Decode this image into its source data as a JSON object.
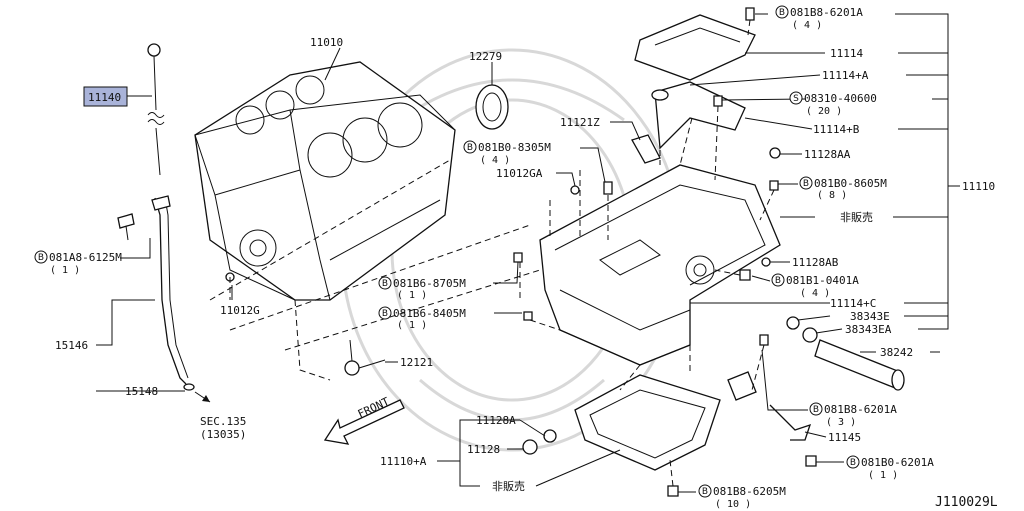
{
  "diagram_id": "J110029L",
  "front_label": "FRONT",
  "labels": {
    "p11010": "11010",
    "p12279": "12279",
    "p11140": "11140",
    "p081A8_6125M": "081A8-6125M",
    "p081A8_6125M_qty": "( 1 )",
    "p12121": "12121",
    "p11012G": "11012G",
    "p15146": "15146",
    "p15148": "15148",
    "sec135": "SEC.135",
    "sec135_sub": "(13035)",
    "p11121Z": "11121Z",
    "p081B0_8305M": "081B0-8305M",
    "p081B0_8305M_qty": "( 4 )",
    "p11012GA": "11012GA",
    "p081B6_8705M": "081B6-8705M",
    "p081B6_8705M_qty": "( 1 )",
    "p081B6_8405M": "081B6-8405M",
    "p081B6_8405M_qty": "( 1 )",
    "p081B8_6201A_top": "081B8-6201A",
    "p081B8_6201A_top_qty": "( 4 )",
    "p11114": "11114",
    "p11114A": "11114+A",
    "p08310_40600": "08310-40600",
    "p08310_40600_qty": "( 20 )",
    "p11114B": "11114+B",
    "p11128AA": "11128AA",
    "p081B0_8605M": "081B0-8605M",
    "p081B0_8605M_qty": "( 8 )",
    "p11110": "11110",
    "not_for_sale_1": "非販売",
    "p11128AB": "11128AB",
    "p081B1_0401A": "081B1-0401A",
    "p081B1_0401A_qty": "( 4 )",
    "p11114C": "11114+C",
    "p38343E": "38343E",
    "p38343EA": "38343EA",
    "p38242": "38242",
    "p081B8_6201A_mid": "081B8-6201A",
    "p081B8_6201A_mid_qty": "( 3 )",
    "p11145": "11145",
    "p081B0_6201A": "081B0-6201A",
    "p081B0_6201A_qty": "( 1 )",
    "p11128A": "11128A",
    "p11128": "11128",
    "p11110A": "11110+A",
    "not_for_sale_2": "非販売",
    "p081B8_6205M": "081B8-6205M",
    "p081B8_6205M_qty": "( 10 )"
  },
  "badges": {
    "bolt_prefix": "B",
    "screw_prefix": "S"
  },
  "highlight": {
    "selected_part": "11140",
    "color": "#a9b3d9"
  }
}
